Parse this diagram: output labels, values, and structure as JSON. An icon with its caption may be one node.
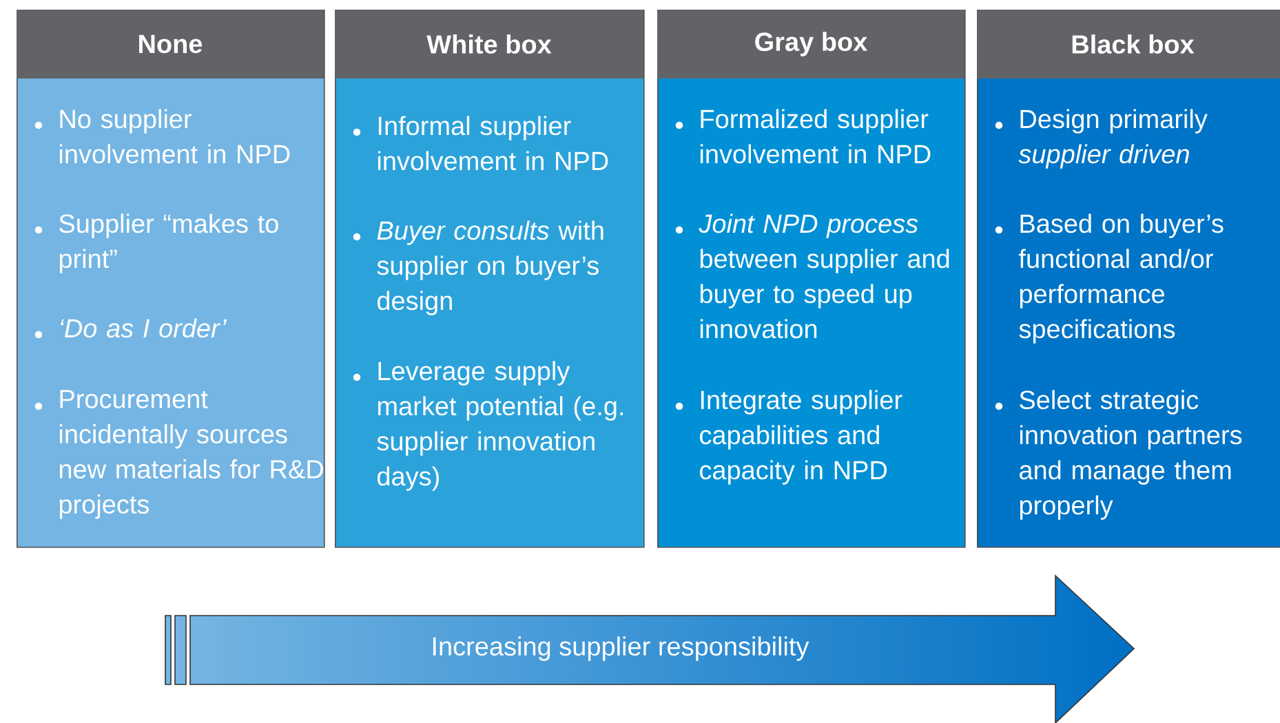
{
  "diagram": {
    "nodes": [
      {
        "text": [
          "None",
          "No supplier involvement in NPD",
          "Supplier “makes to print”",
          "‘Do as I order’",
          "Procurement incidentally sources new materials for R&D projects"
        ]
      },
      {
        "text": [
          "White box",
          "Informal supplier involvement in NPD",
          "*Buyer consults* with supplier on buyer’s design",
          "Leverage supply market potential (e.g. supplier innovation days)"
        ]
      },
      {
        "text": [
          "Gray box",
          "Formalized supplier involvement in NPD",
          "*Joint NPD process* between supplier and buyer to speed up innovation",
          "Integrate supplier capabilities and capacity in NPD"
        ]
      },
      {
        "text": [
          "Black box",
          "Design primarily *supplier driven*",
          "Based on buyer’s functional and/or performance specifications",
          "Select strategic innovation partners and manage them properly"
        ]
      },
      {
        "text": [
          "Increasing supplier responsibility"
        ]
      }
    ]
  }
}
